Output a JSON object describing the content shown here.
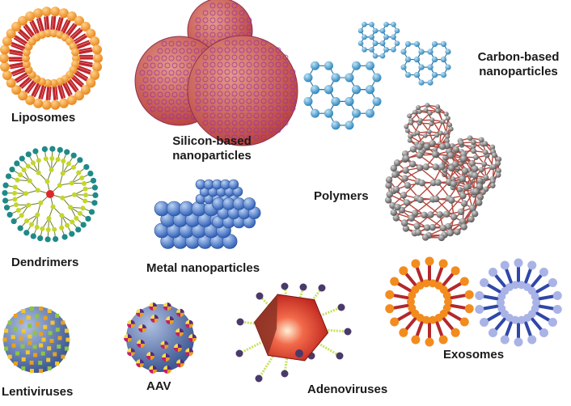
{
  "labels": {
    "liposomes": "Liposomes",
    "silicon_line1": "Silicon-based",
    "silicon_line2": "nanoparticles",
    "carbon_line1": "Carbon-based",
    "carbon_line2": "nanoparticles",
    "dendrimers": "Dendrimers",
    "metal": "Metal nanoparticles",
    "polymers": "Polymers",
    "exosomes": "Exosomes",
    "lentiviruses": "Lentiviruses",
    "aav": "AAV",
    "adenoviruses": "Adenoviruses"
  },
  "colors": {
    "liposome_head": "#f29a2e",
    "liposome_tail": "#c0272d",
    "dendrimer_core": "#e0262a",
    "dendrimer_node": "#c4d62a",
    "dendrimer_shell": "#1f8a88",
    "silicon_fill": "#c9524e",
    "silicon_ring": "#9b2fa6",
    "carbon_node": "#4a9fd0",
    "metal_sphere": "#4f7fd0",
    "polymer_node": "#6e6e6e",
    "polymer_edge": "#b5463d",
    "exosome_orange": "#f28c1e",
    "exosome_red": "#b3282d",
    "exosome_lavender": "#a9b3e6",
    "exosome_blue": "#2f47a8",
    "virus_body": "#5a78b8",
    "adeno_body": "#e03a2a",
    "adeno_spike": "#c8e05a"
  }
}
